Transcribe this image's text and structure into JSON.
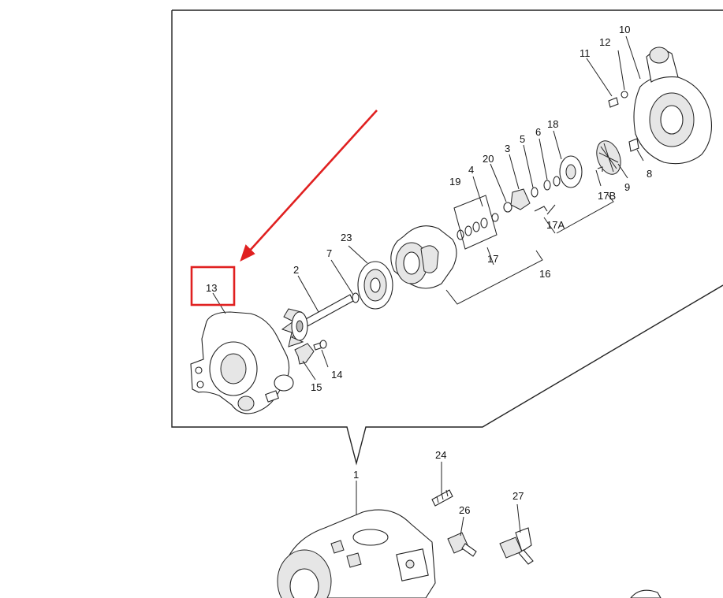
{
  "diagram": {
    "highlight_color": "#e02020",
    "highlighted_label": "13",
    "labels": {
      "p1": "1",
      "p2": "2",
      "p3": "3",
      "p4": "4",
      "p5": "5",
      "p6": "6",
      "p7": "7",
      "p8": "8",
      "p9": "9",
      "p10": "10",
      "p11": "11",
      "p12": "12",
      "p13": "13",
      "p14": "14",
      "p15": "15",
      "p16": "16",
      "p17": "17",
      "p17a": "17A",
      "p17b": "17B",
      "p18": "18",
      "p19": "19",
      "p20": "20",
      "p23": "23",
      "p24": "24",
      "p26": "26",
      "p27": "27"
    }
  }
}
